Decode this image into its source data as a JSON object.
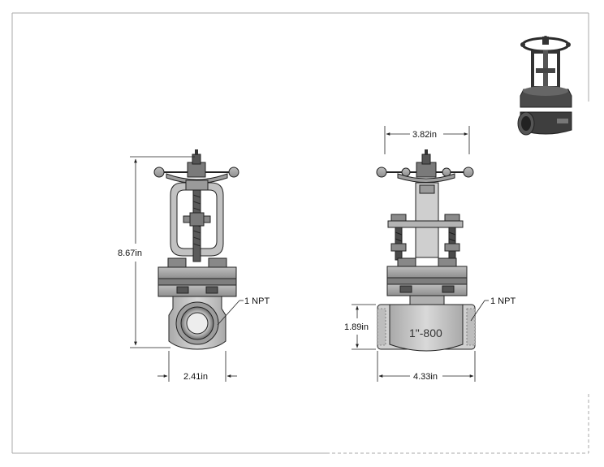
{
  "front_view": {
    "height_label": "8.67in",
    "width_label": "2.41in",
    "port_label": "1 NPT"
  },
  "side_view": {
    "handwheel_label": "3.82in",
    "body_height_label": "1.89in",
    "body_width_label": "4.33in",
    "port_label": "1 NPT",
    "body_marking": "1\"-800"
  },
  "icons": {
    "front": "gate-valve-front-drawing",
    "side": "gate-valve-side-drawing",
    "iso": "gate-valve-isometric-icon"
  },
  "colors": {
    "body": "#c8c8c8",
    "shade": "#9a9a9a",
    "dark": "#3a3a3a",
    "line": "#222222",
    "iso_body": "#4a4a4a"
  }
}
